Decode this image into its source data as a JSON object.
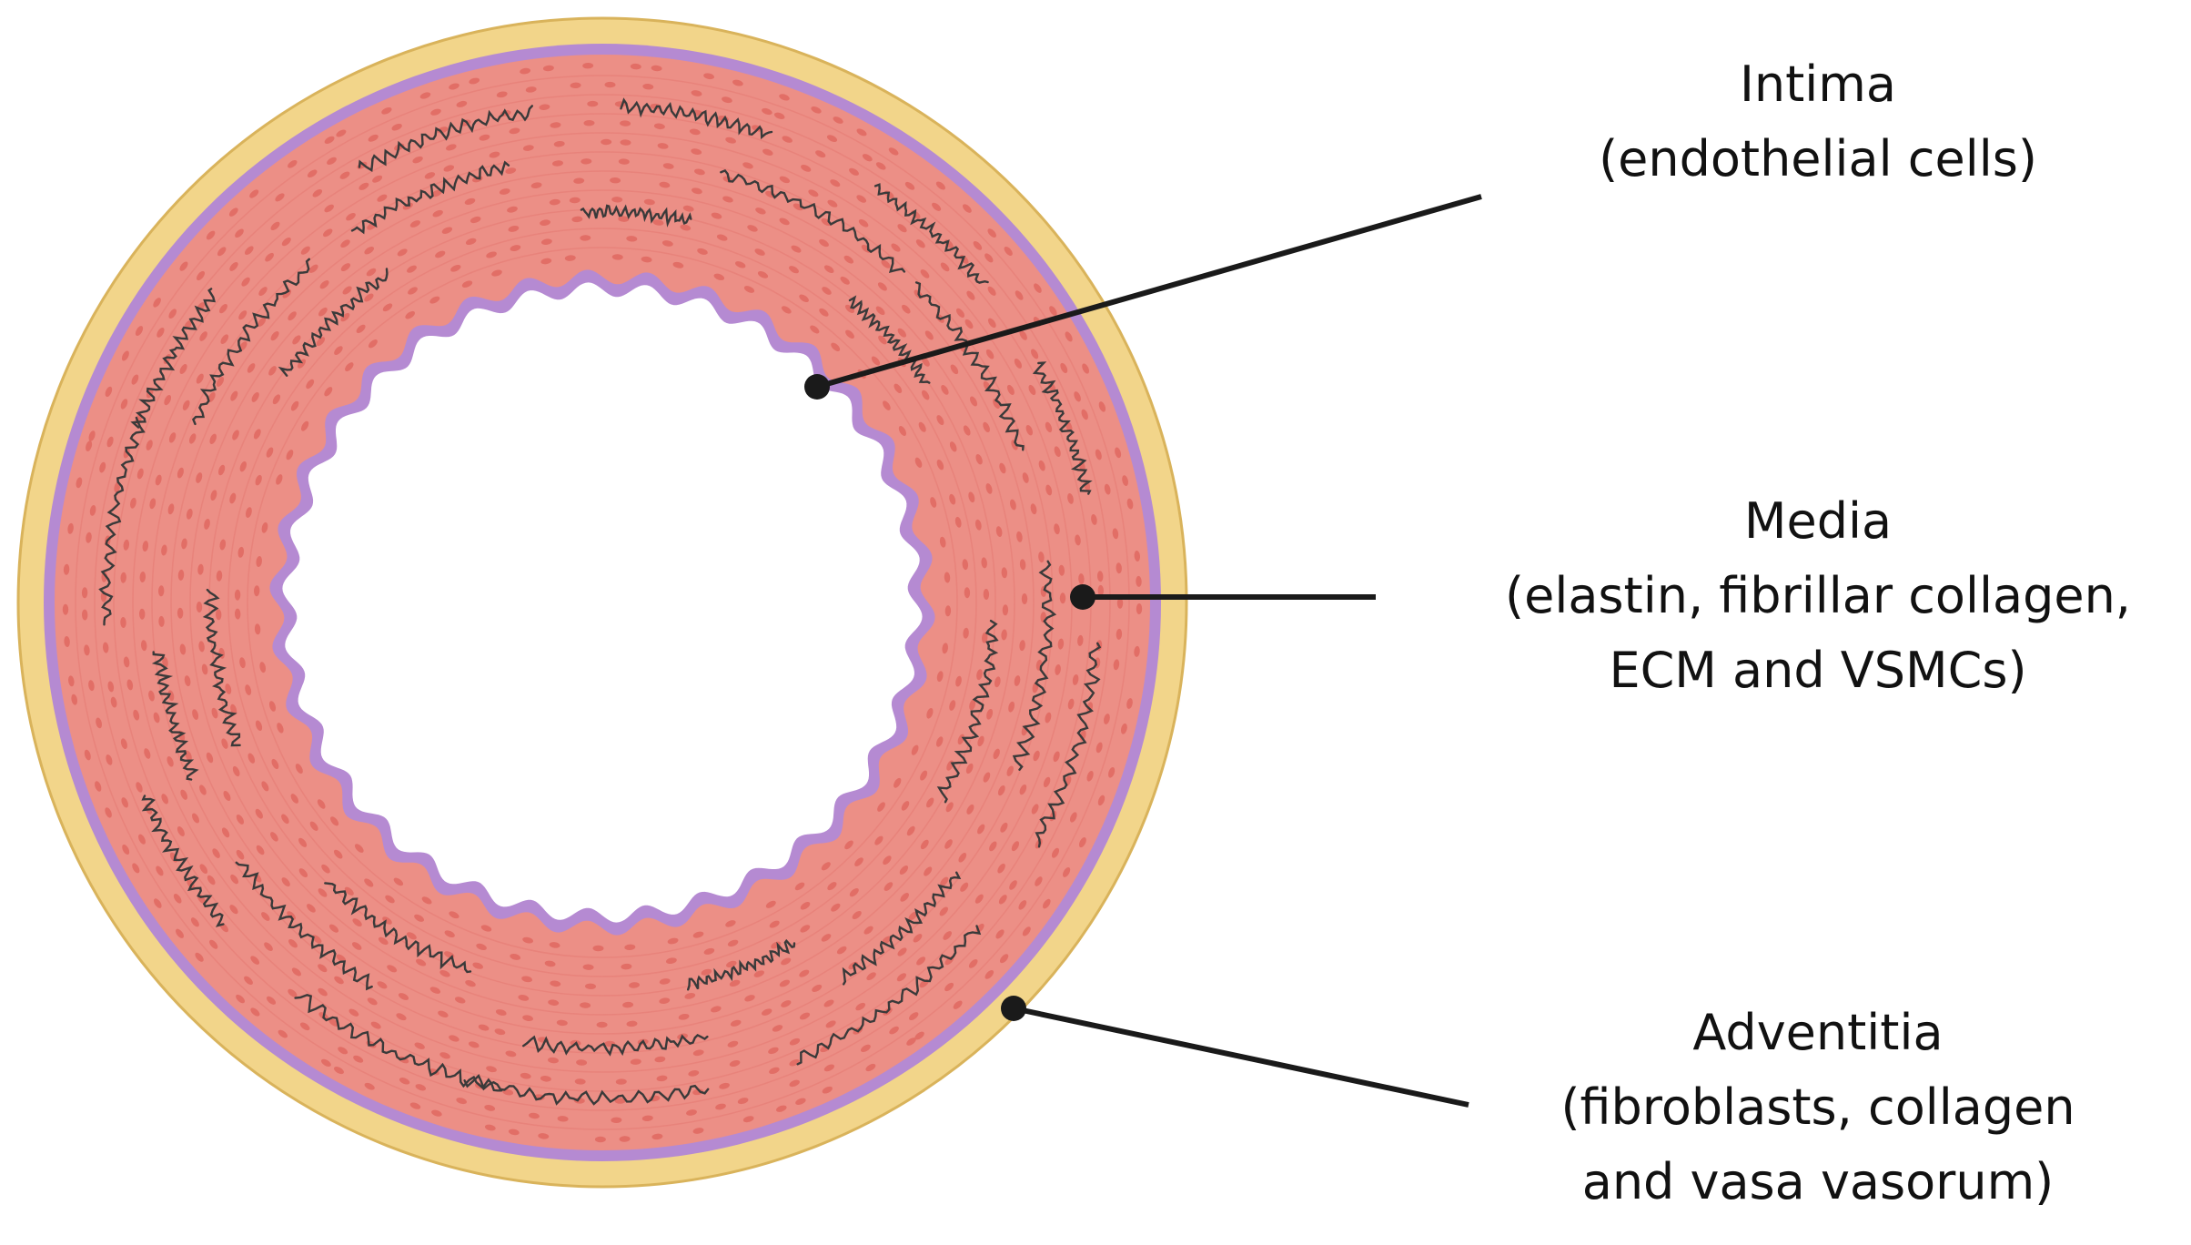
{
  "colors": {
    "adventitia": "#f2d58a",
    "adventitia_edge": "#d9b35b",
    "elastic_lamina": "#b58ad2",
    "media": "#ec8f86",
    "media_cells": "#e26e66",
    "elastin_fibers": "#3a3a3a",
    "lumen": "#ffffff",
    "leader_lines": "#1a1a1a"
  },
  "labels": {
    "intima": {
      "title": "Intima",
      "detail": "(endothelial cells)"
    },
    "media": {
      "title": "Media",
      "detail_line1": "(elastin, fibrillar collagen,",
      "detail_line2": "ECM and  VSMCs)"
    },
    "adventitia": {
      "title": "Adventitia",
      "detail_line1": "(fibroblasts, collagen",
      "detail_line2": "and vasa vasorum)"
    }
  }
}
